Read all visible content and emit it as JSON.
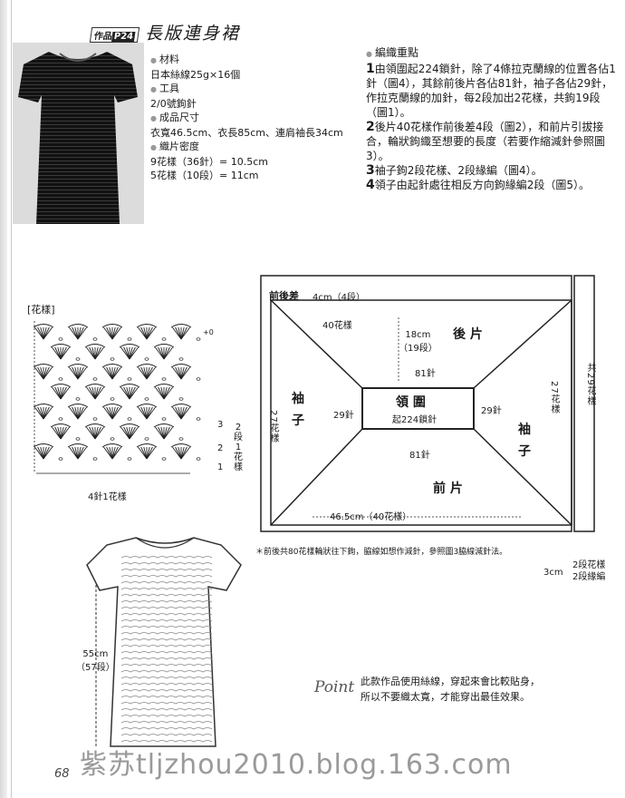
{
  "header": {
    "tag_prefix": "作品",
    "tag_num": "P24",
    "title": "長版連身裙"
  },
  "specs": {
    "material_h": "材料",
    "material": "日本絲線25g×16個",
    "tool_h": "工具",
    "tool": "2/0號鉤針",
    "size_h": "成品尺寸",
    "size": "衣寬46.5cm、衣長85cm、連肩袖長34cm",
    "gauge_h": "織片密度",
    "gauge1": "9花樣（36針）= 10.5cm",
    "gauge2": "5花樣（10段）= 11cm"
  },
  "notes": {
    "heading": "編織重點",
    "n1": "1",
    "t1": "由領圍起224鎖針，除了4條拉克蘭線的位置各佔1針（圖4），其餘前後片各佔81針，袖子各佔29針，作拉克蘭線的加針，每2段加出2花樣，共鉤19段（圖1）。",
    "n2": "2",
    "t2": "後片40花樣作前後差4段（圖2），和前片引拔接合，輪狀鉤織至想要的長度（若要作縮減針參照圖3）。",
    "n3": "3",
    "t3": "袖子鉤2段花樣、2段緣編（圖4）。",
    "n4": "4",
    "t4": "領子由起針處往相反方向鉤緣編2段（圖5）。"
  },
  "pattern": {
    "title": "[花樣]",
    "plus_o": "+0",
    "row3": "3",
    "row2": "2",
    "row1": "1",
    "bracket1": "2",
    "bracket2": "段",
    "bracket3": "1",
    "bracket4": "花",
    "bracket5": "樣",
    "caption": "4針1花樣"
  },
  "dress": {
    "length1": "55cm",
    "length2": "（57段）"
  },
  "schematic": {
    "front_back_diff": "前後差",
    "fbd_val": "4cm（4段）",
    "back_40": "40花樣",
    "back_h1": "18cm",
    "back_h2": "（19段）",
    "back": "後 片",
    "front": "前 片",
    "sleeve1": "袖",
    "sleeve2": "子",
    "sts81_top": "81針",
    "sts81_bot": "81針",
    "sts29_left": "29針",
    "sts29_right": "29針",
    "neck": "領 圍",
    "neck_sts": "起224鎖針",
    "left_27": "27花樣",
    "right_27": "27花樣",
    "bottom_w": "46.5cm（40花樣）",
    "side_tot": "共29花樣",
    "note": "＊前後共80花樣輪狀往下鉤，脇線如想作減針，參照圖3脇線減針法。",
    "edge_cm": "3cm",
    "edge1": "2段花樣",
    "edge2": "2段緣編"
  },
  "point": {
    "label": "Point",
    "line1": "此款作品使用絲線，穿起來會比較貼身，",
    "line2": "所以不要織太寬，才能穿出最佳效果。"
  },
  "footer": {
    "page": "68",
    "watermark": "紫苏tljzhou2010.blog.163.com"
  }
}
